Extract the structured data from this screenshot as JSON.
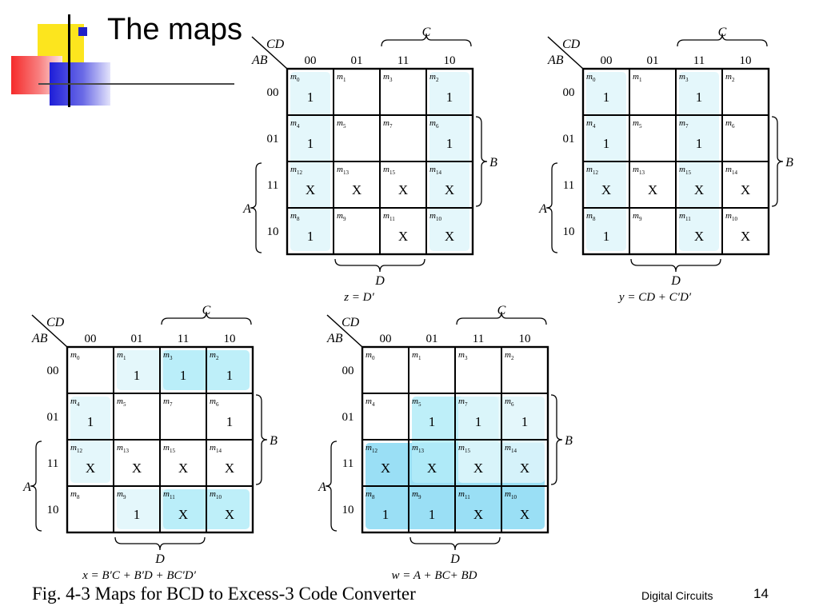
{
  "slide": {
    "title": "The maps",
    "figure_caption": "Fig. 4-3  Maps for BCD to Excess-3 Code Converter",
    "footer": "Digital Circuits",
    "page_number": "14"
  },
  "colors": {
    "group_fill_light": "#dff6fa",
    "group_fill_medium": "#b3ecf8",
    "group_fill_dark": "#8fdcf4",
    "bullet": "#2020c8",
    "deco_yellow": "#fce51e",
    "deco_red": "#f52a2a",
    "deco_blue": "#1e1ed8"
  },
  "kmap_common": {
    "corner_row_var": "AB",
    "corner_col_var": "CD",
    "col_codes": [
      "00",
      "01",
      "11",
      "10"
    ],
    "row_codes": [
      "00",
      "01",
      "11",
      "10"
    ],
    "minterm_prefix": "m",
    "minterm_grid": [
      [
        0,
        1,
        3,
        2
      ],
      [
        4,
        5,
        7,
        6
      ],
      [
        12,
        13,
        15,
        14
      ],
      [
        8,
        9,
        11,
        10
      ]
    ],
    "brace_labels": {
      "C": "C",
      "B": "B",
      "A": "A",
      "D": "D"
    }
  },
  "maps": [
    {
      "id": "z",
      "output": "z",
      "expression": "z = D′",
      "cells": [
        [
          "1",
          "",
          "",
          "1"
        ],
        [
          "1",
          "",
          "",
          "1"
        ],
        [
          "X",
          "X",
          "X",
          "X"
        ],
        [
          "1",
          "",
          "X",
          "X"
        ]
      ],
      "groups": [
        {
          "cells": "m0, m4, m12, m8",
          "shade": "light"
        },
        {
          "cells": "m2, m6, m14, m10",
          "shade": "light"
        }
      ]
    },
    {
      "id": "y",
      "output": "y",
      "expression": "y = CD + C′D′",
      "cells": [
        [
          "1",
          "",
          "1",
          ""
        ],
        [
          "1",
          "",
          "1",
          ""
        ],
        [
          "X",
          "X",
          "X",
          "X"
        ],
        [
          "1",
          "",
          "X",
          "X"
        ]
      ],
      "groups": [
        {
          "cells": "m0, m4, m12, m8",
          "shade": "light"
        },
        {
          "cells": "m3, m7, m15, m11",
          "shade": "light"
        }
      ]
    },
    {
      "id": "x",
      "output": "x",
      "expression": "x = B′C + B′D + BC′D′",
      "cells": [
        [
          "",
          "1",
          "1",
          "1"
        ],
        [
          "1",
          "",
          "",
          "1"
        ],
        [
          "X",
          "X",
          "X",
          "X"
        ],
        [
          "",
          "1",
          "X",
          "X"
        ]
      ],
      "groups": [
        {
          "cells": "m1, m3, m9, m11",
          "shade": "light"
        },
        {
          "cells": "m3, m2, m11, m10",
          "shade": "medium"
        },
        {
          "cells": "m4, m12",
          "shade": "light"
        }
      ]
    },
    {
      "id": "w",
      "output": "w",
      "expression": "w = A + BC+ BD",
      "cells": [
        [
          "",
          "",
          "",
          ""
        ],
        [
          "",
          "1",
          "1",
          "1"
        ],
        [
          "X",
          "X",
          "X",
          "X"
        ],
        [
          "1",
          "1",
          "X",
          "X"
        ]
      ],
      "groups": [
        {
          "cells": "m12, m13, m15, m14, m8, m9, m11, m10",
          "shade": "dark"
        },
        {
          "cells": "m5, m7, m13, m15",
          "shade": "medium"
        },
        {
          "cells": "m7, m6, m15, m14",
          "shade": "light"
        }
      ]
    }
  ]
}
